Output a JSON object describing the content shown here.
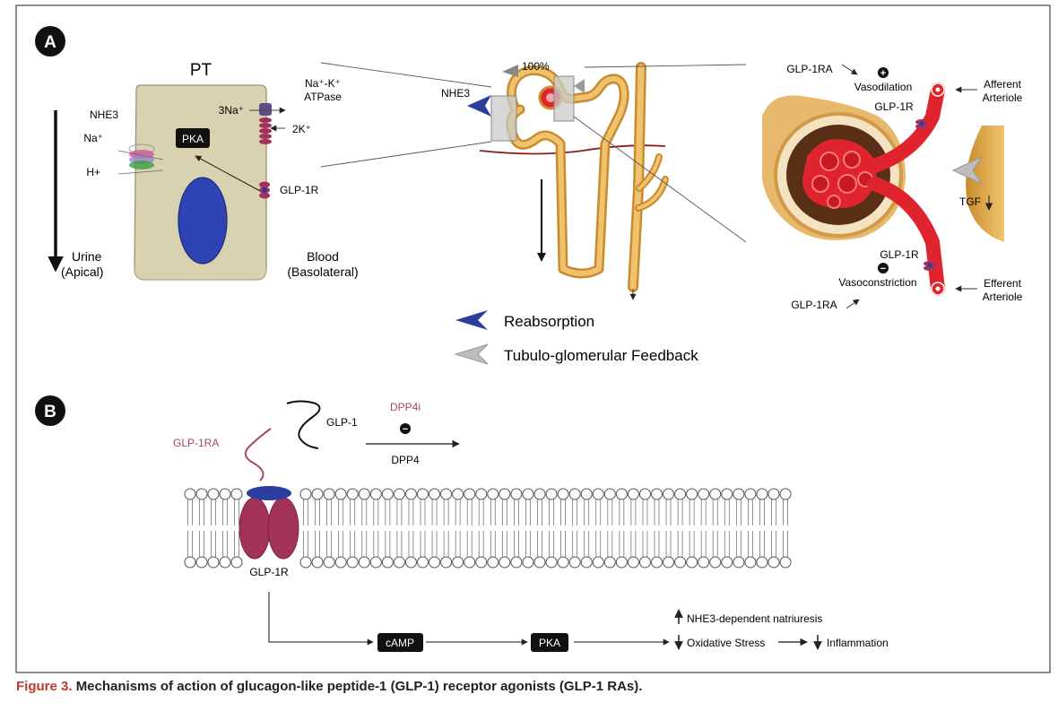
{
  "panel_a": {
    "label": "A",
    "cell": {
      "title": "PT",
      "nhe3": "NHE3",
      "na": "Na⁺",
      "h": "H+",
      "pka": "PKA",
      "atpase": "Na⁺-K⁺\nATPase",
      "na3": "3Na⁺",
      "k2": "2K⁺",
      "glp1r": "GLP-1R",
      "urine": "Urine\n(Apical)",
      "blood": "Blood\n(Basolateral)"
    },
    "nephron": {
      "percent": "100%",
      "nhe3": "NHE3"
    },
    "glomerulus": {
      "glp1ra_top": "GLP-1RA",
      "vasodilation": "Vasodilation",
      "glp1r_top": "GLP-1R",
      "afferent": "Afferent\nArteriole",
      "tgf": "TGF",
      "glp1r_bottom": "GLP-1R",
      "vasoconstriction": "Vasoconstriction",
      "efferent": "Efferent\nArteriole",
      "glp1ra_bottom": "GLP-1RA"
    },
    "legend": {
      "reabsorption": "Reabsorption",
      "feedback": "Tubulo-glomerular Feedback"
    }
  },
  "panel_b": {
    "label": "B",
    "glp1": "GLP-1",
    "glp1ra": "GLP-1RA",
    "dpp4i": "DPP4i",
    "dpp4": "DPP4",
    "glp1r": "GLP-1R",
    "camp": "cAMP",
    "pka": "PKA",
    "natriuresis": "NHE3-dependent natriuresis",
    "oxidative": "Oxidative Stress",
    "inflammation": "Inflammation"
  },
  "caption": {
    "figure": "Figure 3.",
    "text": "Mechanisms of action of glucagon-like peptide-1 (GLP-1) receptor agonists (GLP-1 RAs)."
  },
  "colors": {
    "glp1ra": "#a54a61",
    "receptor": "#a3325a",
    "receptor_cap": "#2b3d9e",
    "tubule": "#e3a84a",
    "vessel": "#e0242d",
    "cell": "#d9d2b0"
  }
}
